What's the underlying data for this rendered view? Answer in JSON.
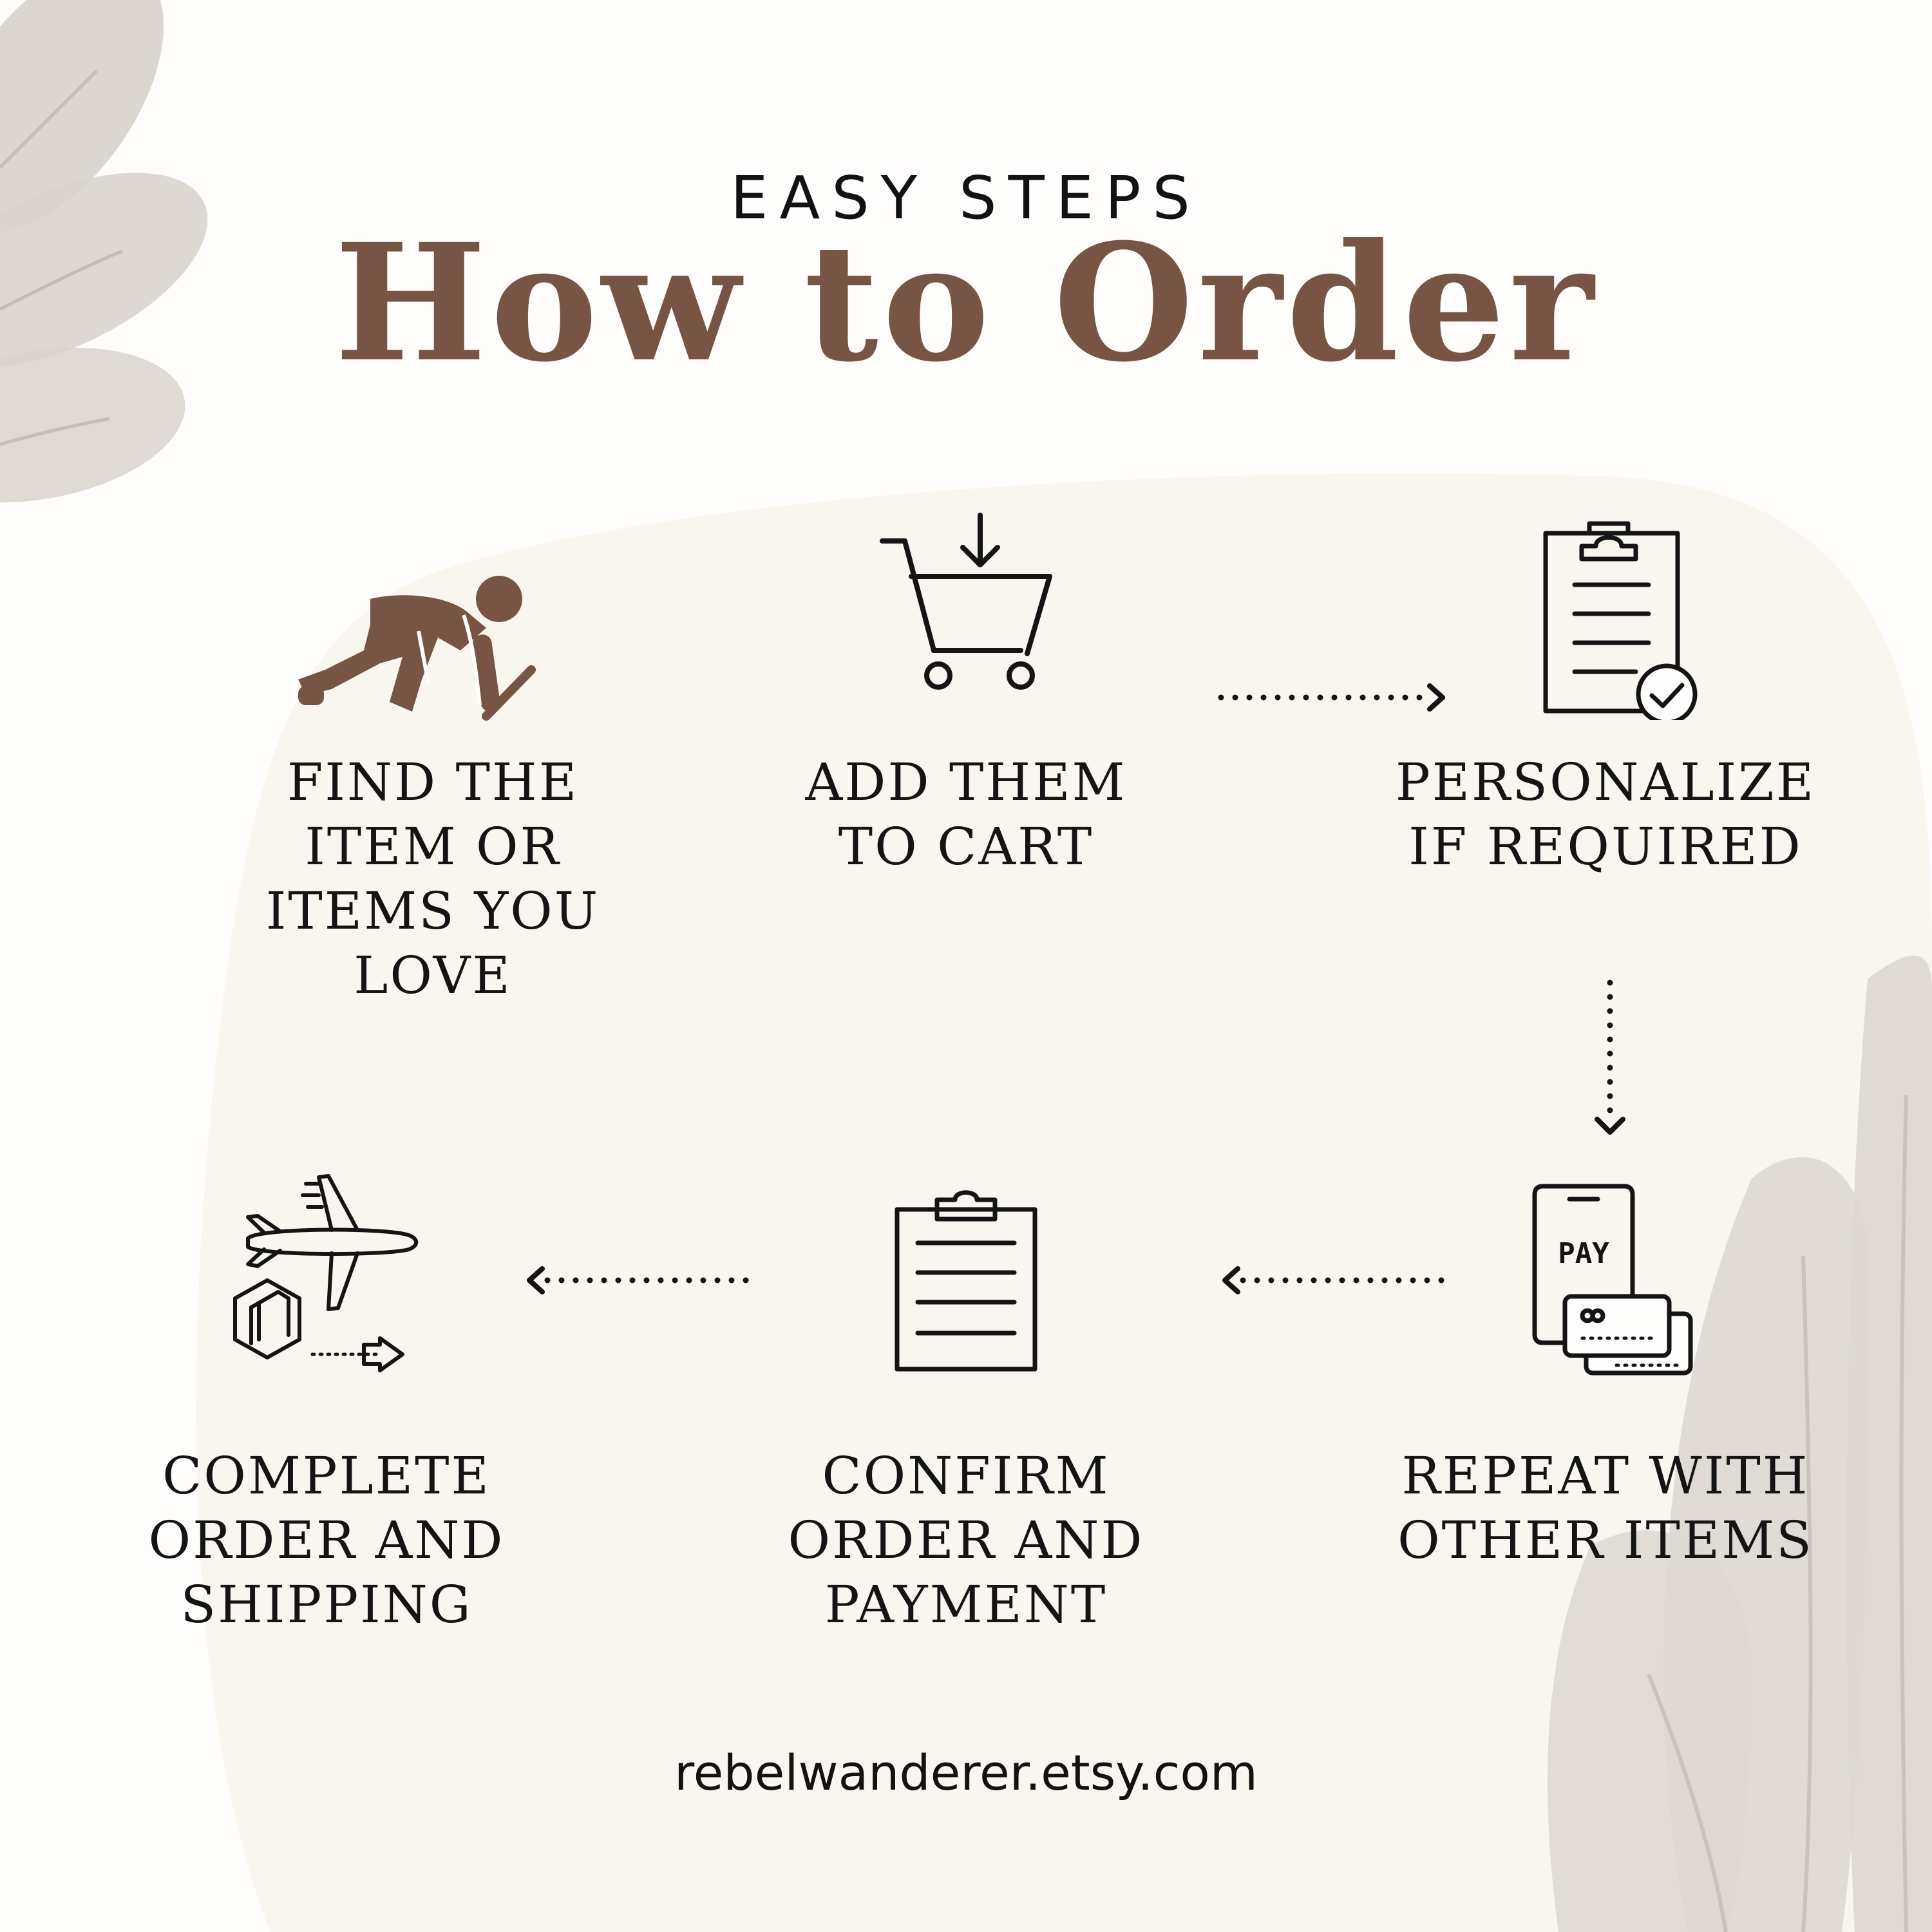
{
  "heading": {
    "eyebrow": "EASY STEPS",
    "title": "How to Order"
  },
  "steps": [
    {
      "label": "FIND THE\nITEM OR\nITEMS YOU\nLOVE",
      "icon": "runner-start-icon"
    },
    {
      "label": "ADD THEM\nTO CART",
      "icon": "shopping-cart-icon"
    },
    {
      "label": "PERSONALIZE\nIF REQUIRED",
      "icon": "clipboard-check-icon"
    },
    {
      "label": "REPEAT WITH\nOTHER ITEMS",
      "icon": "phone-pay-icon"
    },
    {
      "label": "CONFIRM\nORDER AND\nPAYMENT",
      "icon": "clipboard-icon"
    },
    {
      "label": "COMPLETE\nORDER AND\nSHIPPING",
      "icon": "airplane-package-icon"
    }
  ],
  "pay_icon_text": "PAY",
  "footer": "rebelwanderer.etsy.com",
  "colors": {
    "accent_brown": "#775444",
    "ink": "#141414",
    "leaf": "#d9d4cd",
    "background": "#fefdfb"
  }
}
